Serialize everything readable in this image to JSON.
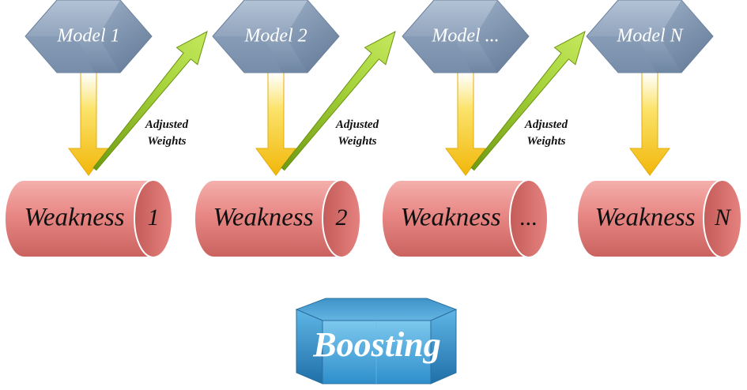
{
  "models": [
    {
      "label": "Model 1"
    },
    {
      "label": "Model 2"
    },
    {
      "label": "Model ..."
    },
    {
      "label": "Model N"
    }
  ],
  "weaknesses": [
    {
      "label": "Weakness",
      "index": "1"
    },
    {
      "label": "Weakness",
      "index": "2"
    },
    {
      "label": "Weakness",
      "index": "..."
    },
    {
      "label": "Weakness",
      "index": "N"
    }
  ],
  "adjusted_weights": [
    {
      "line1": "Adjusted",
      "line2": "Weights"
    },
    {
      "line1": "Adjusted",
      "line2": "Weights"
    },
    {
      "line1": "Adjusted",
      "line2": "Weights"
    }
  ],
  "boosting": {
    "label": "Boosting"
  },
  "colors": {
    "model_fill": "#8ea4bf",
    "weakness_fill": "#e88784",
    "down_arrow": "#f6d22a",
    "diag_arrow": "#8fc020",
    "boosting_fill": "#48a8dc"
  }
}
